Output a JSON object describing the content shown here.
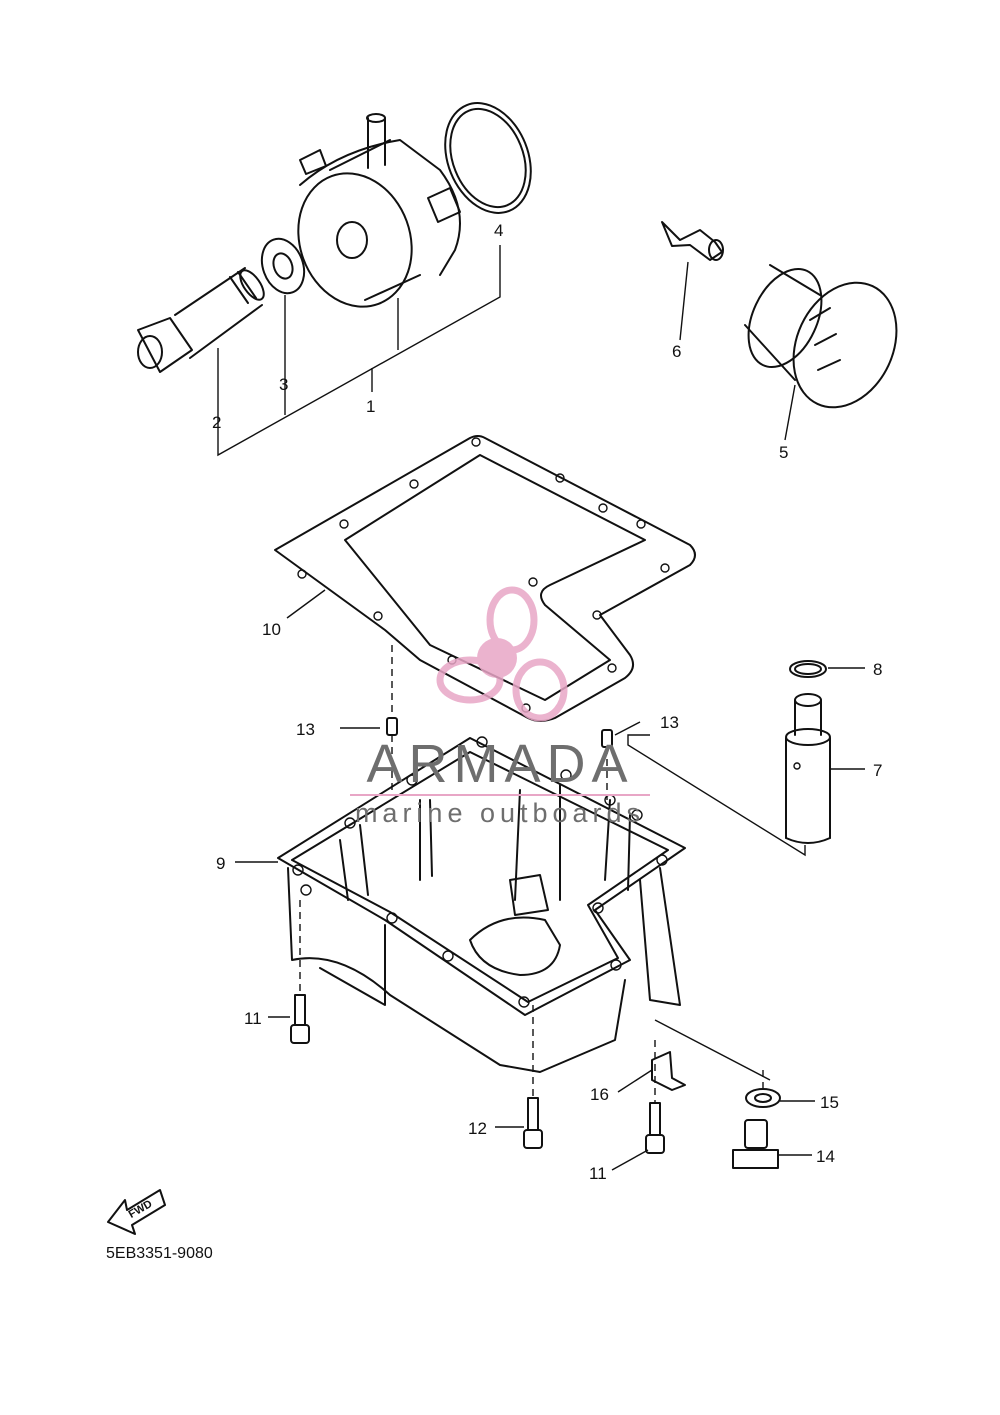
{
  "diagram_code": "5EB3351-9080",
  "watermark": {
    "brand": "ARMADA",
    "tagline": "marine outboards",
    "brand_color": "#6e6e6e",
    "accent_color": "#e8a6c6"
  },
  "fwd_label": "FWD",
  "callouts": [
    "1",
    "2",
    "3",
    "4",
    "5",
    "6",
    "7",
    "8",
    "9",
    "10",
    "11",
    "11",
    "12",
    "13",
    "13",
    "14",
    "15",
    "16"
  ]
}
